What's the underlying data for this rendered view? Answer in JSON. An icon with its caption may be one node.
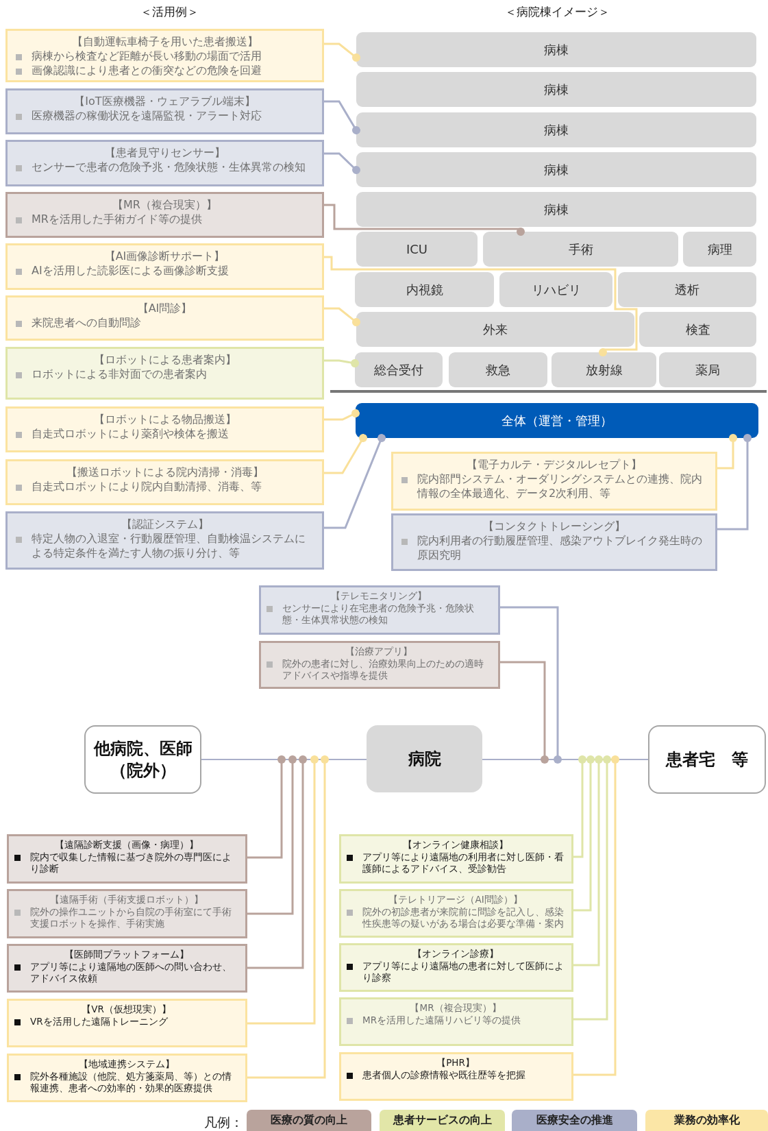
{
  "diagram": {
    "nodes": [
      {
        "text": [
          "【自動運転車椅子を用いた患者搬送】",
          "病棟から検査など距離が長い移動の場面で活用",
          "画像認識により患者との衝突などの危険を回避"
        ]
      },
      {
        "text": [
          "【IoT医療機器・ウェアラブル端末】",
          "医療機器の稼働状況を遠隔監視・アラート対応"
        ]
      },
      {
        "text": [
          "【患者見守りセンサー】",
          "センサーで患者の危険予兆・危険状態・生体異常の検知"
        ]
      },
      {
        "text": [
          "【MR（複合現実）】",
          "MRを活用した手術ガイド等の提供"
        ]
      },
      {
        "text": [
          "【AI画像診断サポート】",
          "AIを活用した読影医による画像診断支援"
        ]
      },
      {
        "text": [
          "【AI問診】",
          "来院患者への自動問診"
        ]
      },
      {
        "text": [
          "【ロボットによる患者案内】",
          "ロボットによる非対面での患者案内"
        ]
      },
      {
        "text": [
          "【ロボットによる物品搬送】",
          "自走式ロボットにより薬剤や検体を搬送"
        ]
      },
      {
        "text": [
          "【搬送ロボットによる院内清掃・消毒】",
          "自走式ロボットにより院内自動清掃、消毒、等"
        ]
      },
      {
        "text": [
          "【認証システム】",
          "特定人物の入退室・行動履歴管理、自動検温システムによる特定条件を満たす人物の振り分け、等"
        ]
      },
      {
        "text": [
          "病棟"
        ]
      },
      {
        "text": [
          "病棟"
        ]
      },
      {
        "text": [
          "病棟"
        ]
      },
      {
        "text": [
          "病棟"
        ]
      },
      {
        "text": [
          "病棟"
        ]
      },
      {
        "text": [
          "ICU"
        ]
      },
      {
        "text": [
          "手術"
        ]
      },
      {
        "text": [
          "病理"
        ]
      },
      {
        "text": [
          "内視鏡"
        ]
      },
      {
        "text": [
          "リハビリ"
        ]
      },
      {
        "text": [
          "透析"
        ]
      },
      {
        "text": [
          "外来"
        ]
      },
      {
        "text": [
          "検査"
        ]
      },
      {
        "text": [
          "総合受付"
        ]
      },
      {
        "text": [
          "救急"
        ]
      },
      {
        "text": [
          "放射線"
        ]
      },
      {
        "text": [
          "薬局"
        ]
      },
      {
        "text": [
          "全体（運営・管理）"
        ]
      },
      {
        "text": [
          "【電子カルテ・デジタルレセプト】",
          "院内部門システム・オーダリングシステムとの連携、院内情報の全体最適化、データ2次利用、等"
        ]
      },
      {
        "text": [
          "【コンタクトトレーシング】",
          "院内利用者の行動履歴管理、感染アウトブレイク発生時の原因究明"
        ]
      },
      {
        "text": [
          "【テレモニタリング】",
          "センサーにより在宅患者の危険予兆・危険状態・生体異常状態の検知"
        ]
      },
      {
        "text": [
          "【治療アプリ】",
          "院外の患者に対し、治療効果向上のための適時アドバイスや指導を提供"
        ]
      },
      {
        "text": [
          "他病院、医師（院外）"
        ]
      },
      {
        "text": [
          "病院"
        ]
      },
      {
        "text": [
          "患者宅　等"
        ]
      },
      {
        "text": [
          "【遠隔診断支援（画像・病理）】",
          "院内で収集した情報に基づき院外の専門医により診断"
        ]
      },
      {
        "text": [
          "【遠隔手術（手術支援ロボット）】",
          "院外の操作ユニットから自院の手術室にて手術支援ロボットを操作、手術実施"
        ]
      },
      {
        "text": [
          "【医師間プラットフォーム】",
          "アプリ等により遠隔地の医師への問い合わせ、アドバイス依頼"
        ]
      },
      {
        "text": [
          "【VR（仮想現実）】",
          "VRを活用した遠隔トレーニング"
        ]
      },
      {
        "text": [
          "【地域連携システム】",
          "院外各種施設（他院、処方箋薬局、等）との情報連携、患者への効率的・効果的医療提供"
        ]
      },
      {
        "text": [
          "【オンライン健康相談】",
          "アプリ等により遠隔地の利用者に対し医師・看護師によるアドバイス、受診勧告"
        ]
      },
      {
        "text": [
          "【テレトリアージ（AI問診）】",
          "院外の初診患者が来院前に問診を記入し、感染性疾患等の疑いがある場合は必要な準備・案内"
        ]
      },
      {
        "text": [
          "【オンライン診療】",
          "アプリ等により遠隔地の患者に対して医師により診察"
        ]
      },
      {
        "text": [
          "【MR（複合現実）】",
          "MRを活用した遠隔リハビリ等の提供"
        ]
      },
      {
        "text": [
          "【PHR】",
          "患者個人の診療情報や既往歴等を把握"
        ]
      }
    ],
    "edges": [
      {
        "from": 0,
        "to": 10,
        "arrow": "other"
      },
      {
        "from": 1,
        "to": 12,
        "arrow": "other",
        "color": "#a9afc9"
      },
      {
        "from": 2,
        "to": 13,
        "arrow": "other",
        "color": "#a9afc9"
      },
      {
        "from": 3,
        "to": 16,
        "arrow": "other",
        "color": "#b9a39c"
      },
      {
        "from": 4,
        "to": 25,
        "arrow": "other"
      },
      {
        "from": 5,
        "to": 21,
        "arrow": "other"
      },
      {
        "from": 6,
        "to": 23,
        "arrow": "other",
        "color": "#dfe5a8"
      },
      {
        "from": 7,
        "to": 27,
        "arrow": "other"
      },
      {
        "from": 8,
        "to": 27,
        "arrow": "other"
      },
      {
        "from": 9,
        "to": 27,
        "arrow": "other",
        "color": "#a9afc9"
      },
      {
        "from": 28,
        "to": 27,
        "arrow": "other"
      },
      {
        "from": 29,
        "to": 27,
        "arrow": "other",
        "color": "#a9afc9"
      },
      {
        "from": 32,
        "to": 33,
        "arrow": "none",
        "color": "#a9afc9"
      },
      {
        "from": 33,
        "to": 34,
        "arrow": "none",
        "color": "#a9afc9"
      },
      {
        "from": 30,
        "to": null,
        "arrow": "other",
        "color": "#a9afc9"
      },
      {
        "from": 31,
        "to": null,
        "arrow": "other",
        "color": "#b9a39c"
      },
      {
        "from": 35,
        "to": null,
        "arrow": "other",
        "color": "#b9a39c"
      },
      {
        "from": 36,
        "to": null,
        "arrow": "other",
        "color": "#b9a39c"
      },
      {
        "from": 37,
        "to": null,
        "arrow": "other",
        "color": "#b9a39c"
      },
      {
        "from": 38,
        "to": null,
        "arrow": "other"
      },
      {
        "from": 39,
        "to": null,
        "arrow": "other"
      },
      {
        "from": 40,
        "to": null,
        "arrow": "other",
        "color": "#dfe5a8"
      },
      {
        "from": 41,
        "to": null,
        "arrow": "other",
        "color": "#dfe5a8"
      },
      {
        "from": 42,
        "to": null,
        "arrow": "other",
        "color": "#dfe5a8"
      },
      {
        "from": 43,
        "to": null,
        "arrow": "other",
        "color": "#dfe5a8"
      },
      {
        "from": 44,
        "to": null,
        "arrow": "other"
      }
    ],
    "labels": [
      "＜活用例＞",
      "＜病院棟イメージ＞",
      "凡例："
    ],
    "legend": [
      {
        "text": "医療の質の向上",
        "color": "#b9a39c"
      },
      {
        "text": "患者サービスの向上",
        "color": "#e2e6a8"
      },
      {
        "text": "医療安全の推進",
        "color": "#a9afc9"
      },
      {
        "text": "業務の効率化",
        "color": "#fbe6a6"
      }
    ]
  }
}
